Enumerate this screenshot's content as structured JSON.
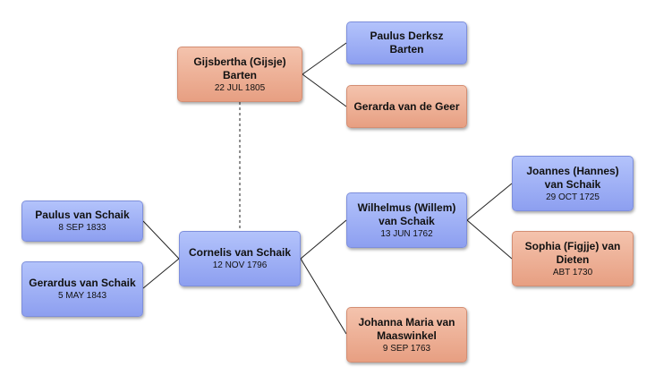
{
  "tree": {
    "people": {
      "gijsbertha": {
        "name": "Gijsbertha (Gijsje) Barten",
        "date": "22 JUL 1805",
        "sex": "female"
      },
      "paulus_derksz": {
        "name": "Paulus Derksz Barten",
        "date": "",
        "sex": "male"
      },
      "gerarda": {
        "name": "Gerarda van de Geer",
        "date": "",
        "sex": "female"
      },
      "joannes": {
        "name": "Joannes (Hannes) van Schaik",
        "date": "29 OCT 1725",
        "sex": "male"
      },
      "sophia": {
        "name": "Sophia (Figjje) van Dieten",
        "date": "ABT 1730",
        "sex": "female"
      },
      "wilhelmus": {
        "name": "Wilhelmus (Willem) van Schaik",
        "date": "13 JUN 1762",
        "sex": "male"
      },
      "paulus_vs": {
        "name": "Paulus van Schaik",
        "date": "8 SEP 1833",
        "sex": "male"
      },
      "cornelis": {
        "name": "Cornelis van Schaik",
        "date": "12 NOV 1796",
        "sex": "male"
      },
      "gerardus": {
        "name": "Gerardus van Schaik",
        "date": "5 MAY 1843",
        "sex": "male"
      },
      "johanna": {
        "name": "Johanna Maria van Maaswinkel",
        "date": "9 SEP 1763",
        "sex": "female"
      }
    },
    "colors": {
      "male": "#9aabf4",
      "female": "#eeaf94",
      "line": "#222222"
    }
  }
}
